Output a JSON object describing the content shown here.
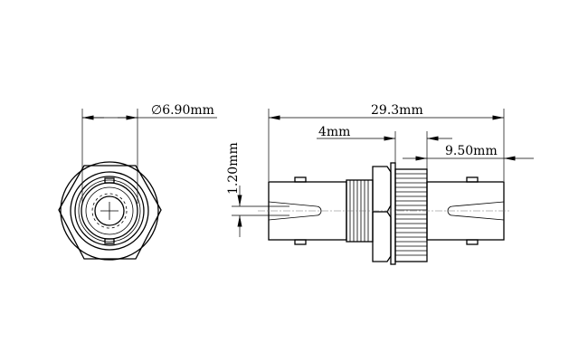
{
  "dimensions": {
    "diameter": "∅6.90mm",
    "overall_length": "29.3mm",
    "flange_thickness": "4mm",
    "knurl_to_end": "9.50mm",
    "slot_width": "1.20mm"
  }
}
